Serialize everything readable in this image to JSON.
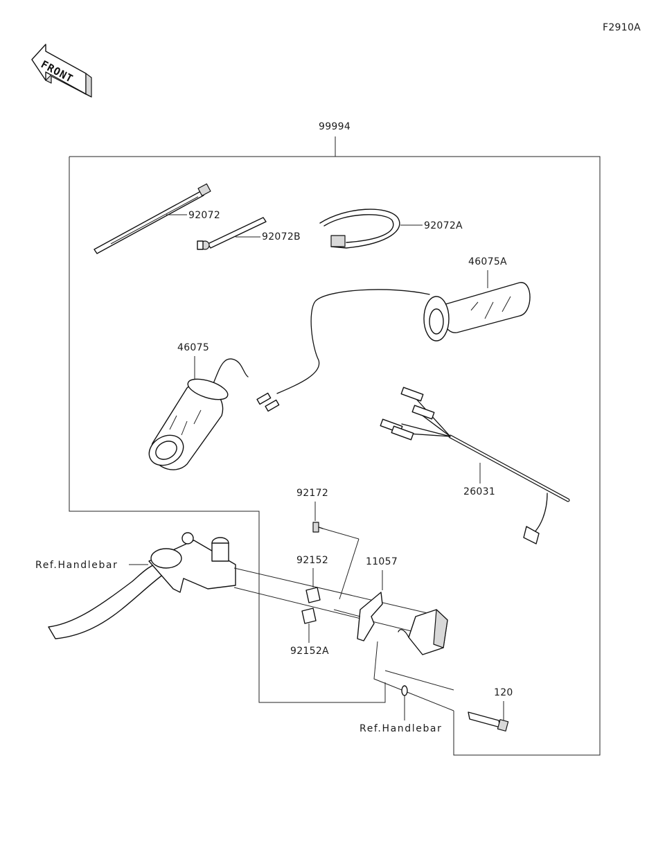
{
  "figure_code": "F2910A",
  "front_indicator": {
    "text": "FRONT",
    "icon": "front-arrow-icon"
  },
  "kit": {
    "part_number": "99994"
  },
  "parts": {
    "tie_band": "92072",
    "tie_band_b": "92072B",
    "tie_band_a": "92072A",
    "grip_right": "46075A",
    "grip_left": "46075",
    "harness": "26031",
    "screw": "92172",
    "collar": "92152",
    "collar_a": "92152A",
    "bracket": "11057",
    "bolt": "120"
  },
  "references": {
    "handlebar_upper": "Ref.Handlebar",
    "handlebar_lower": "Ref.Handlebar"
  },
  "colors": {
    "line": "#111111",
    "background": "#ffffff"
  }
}
